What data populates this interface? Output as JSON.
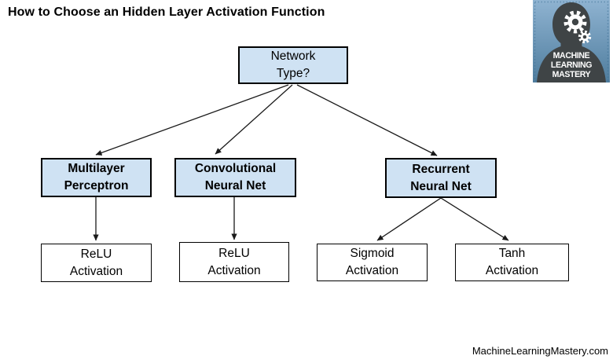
{
  "title": "How to Choose an Hidden Layer Activation Function",
  "footer": "MachineLearningMastery.com",
  "logo": {
    "line1": "MACHINE",
    "line2": "LEARNING",
    "line3": "MASTERY",
    "bg_top": "#8fb3d1",
    "bg_bottom": "#4f7d9e",
    "silhouette_color": "#3f4446",
    "text_color": "#ffffff"
  },
  "colors": {
    "node_fill_blue": "#cfe2f3",
    "node_fill_white": "#ffffff",
    "node_border": "#000000",
    "arrow": "#1a1a1a",
    "background": "#ffffff"
  },
  "diagram": {
    "nodes": [
      {
        "id": "network",
        "line1": "Network",
        "line2": "Type?",
        "style": "blue",
        "bold": false
      },
      {
        "id": "mlp",
        "line1": "Multilayer",
        "line2": "Perceptron",
        "style": "blue",
        "bold": true
      },
      {
        "id": "cnn",
        "line1": "Convolutional",
        "line2": "Neural Net",
        "style": "blue",
        "bold": true
      },
      {
        "id": "rnn",
        "line1": "Recurrent",
        "line2": "Neural Net",
        "style": "blue",
        "bold": true
      },
      {
        "id": "relu1",
        "line1": "ReLU",
        "line2": "Activation",
        "style": "white",
        "bold": false
      },
      {
        "id": "relu2",
        "line1": "ReLU",
        "line2": "Activation",
        "style": "white",
        "bold": false
      },
      {
        "id": "sigmoid",
        "line1": "Sigmoid",
        "line2": "Activation",
        "style": "white",
        "bold": false
      },
      {
        "id": "tanh",
        "line1": "Tanh",
        "line2": "Activation",
        "style": "white",
        "bold": false
      }
    ],
    "edges": [
      {
        "from": "network",
        "to": "mlp"
      },
      {
        "from": "network",
        "to": "cnn"
      },
      {
        "from": "network",
        "to": "rnn"
      },
      {
        "from": "mlp",
        "to": "relu1"
      },
      {
        "from": "cnn",
        "to": "relu2"
      },
      {
        "from": "rnn",
        "to": "sigmoid"
      },
      {
        "from": "rnn",
        "to": "tanh"
      }
    ]
  }
}
